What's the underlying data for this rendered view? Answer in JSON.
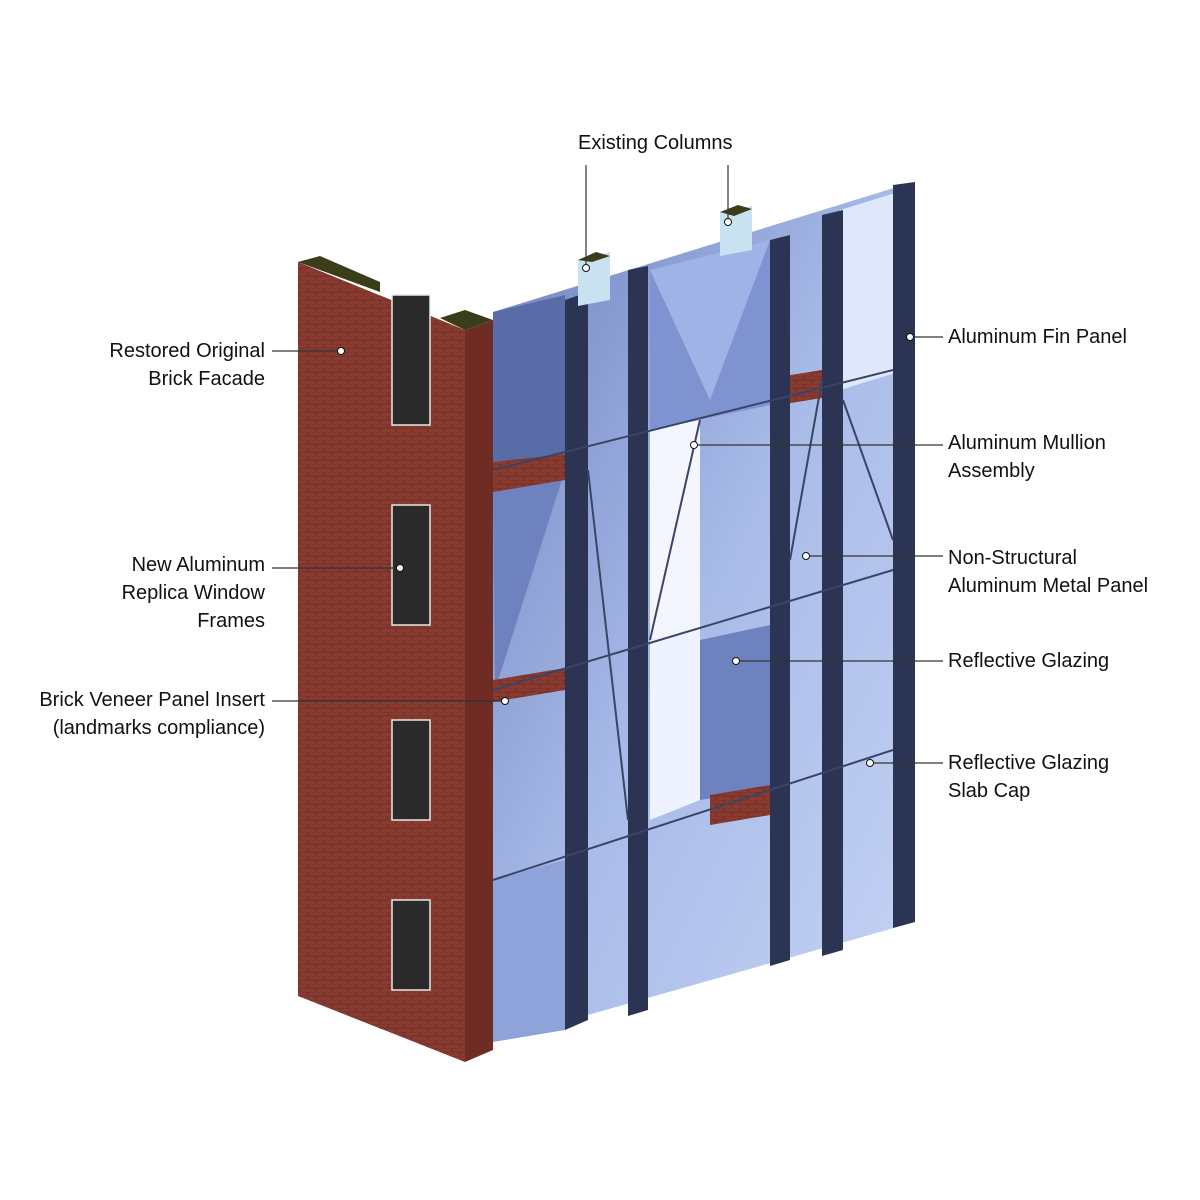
{
  "labels": {
    "existing_columns": [
      "Existing Columns"
    ],
    "restored_brick": [
      "Restored Original",
      "Brick Facade"
    ],
    "replica_windows": [
      "New Aluminum",
      "Replica Window",
      "Frames"
    ],
    "brick_veneer": [
      "Brick Veneer Panel Insert",
      "(landmarks compliance)"
    ],
    "fin_panel": [
      "Aluminum Fin Panel"
    ],
    "mullion": [
      "Aluminum Mullion",
      "Assembly"
    ],
    "metal_panel": [
      "Non-Structural",
      "Aluminum Metal Panel"
    ],
    "reflective_glazing": [
      "Reflective Glazing"
    ],
    "slab_cap": [
      "Reflective Glazing",
      "Slab Cap"
    ]
  },
  "colors": {
    "brick": "#8a3b30",
    "brick_side": "#6e2c24",
    "glass_light": "#b9c9ee",
    "glass_mid": "#8ea3da",
    "glass_dark": "#56669e",
    "mullion": "#2b3553",
    "roof": "#3a3d1a"
  }
}
